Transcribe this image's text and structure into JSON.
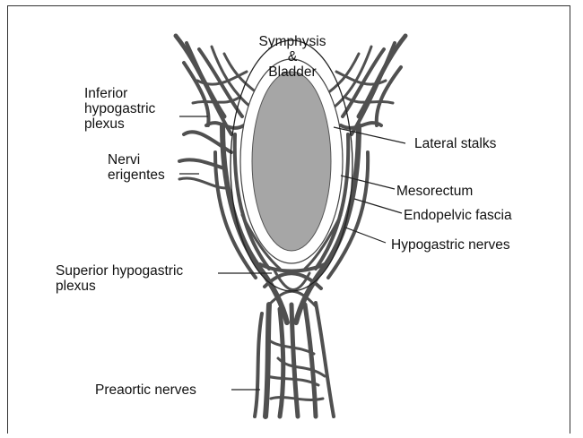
{
  "labels": {
    "symphysis_line1": "Symphysis",
    "symphysis_line2": "&",
    "symphysis_line3": "Bladder",
    "inferior_line1": "Inferior",
    "inferior_line2": "hypogastric",
    "inferior_line3": "plexus",
    "nervi_line1": "Nervi",
    "nervi_line2": "erigentes",
    "lateral_stalks": "Lateral stalks",
    "mesorectum": "Mesorectum",
    "endopelvic_fascia": "Endopelvic fascia",
    "hypogastric_nerves": "Hypogastric nerves",
    "superior_line1": "Superior hypogastric",
    "superior_line2": "plexus",
    "preaortic_nerves": "Preaortic nerves"
  },
  "colors": {
    "nerve": "#505050",
    "rectum_fill": "#a6a6a6",
    "outline": "#222222",
    "text": "#111111"
  }
}
